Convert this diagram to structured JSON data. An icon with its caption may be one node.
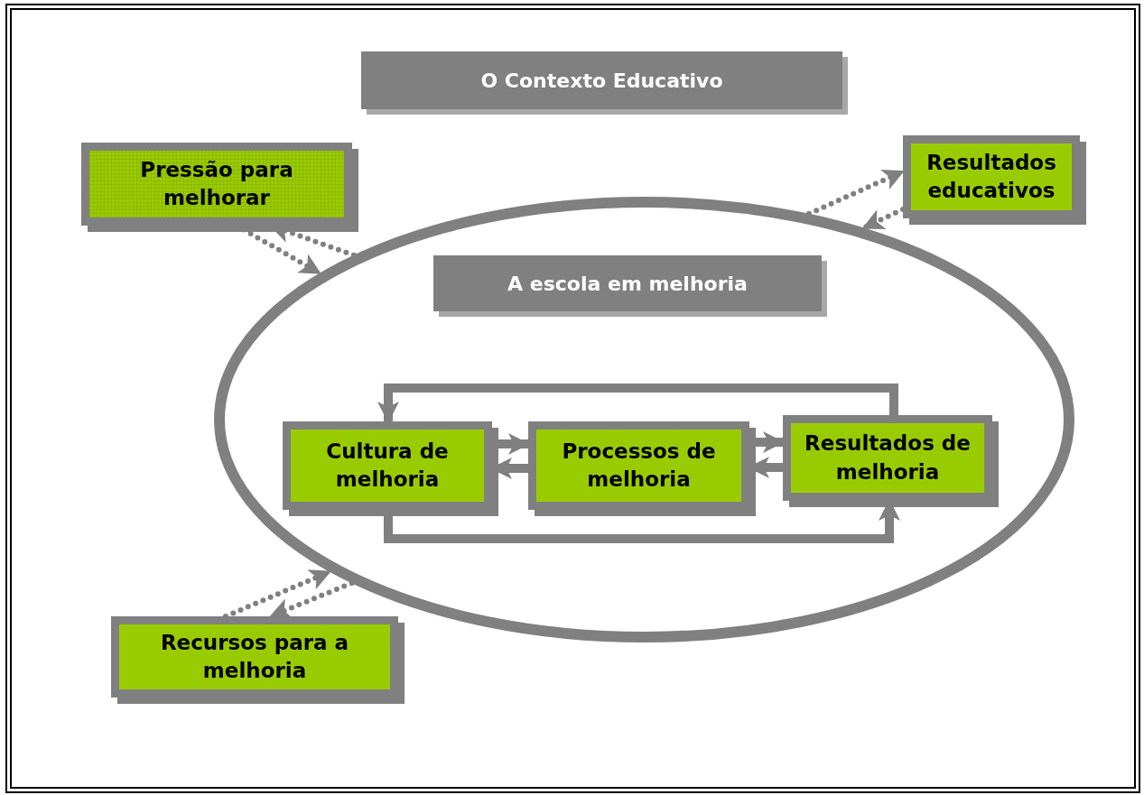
{
  "diagram": {
    "nodes": [
      {
        "text": [
          "O Contexto Educativo"
        ]
      },
      {
        "text": [
          "Pressão para melhorar"
        ]
      },
      {
        "text": [
          "Resultados educativos"
        ]
      },
      {
        "text": [],
        "shape": "ellipse"
      },
      {
        "text": [
          "A escola em melhoria"
        ],
        "in": 3
      },
      {
        "text": [
          "Cultura de melhoria"
        ],
        "in": 3
      },
      {
        "text": [
          "Processos de melhoria"
        ],
        "in": 3
      },
      {
        "text": [
          "Resultados de melhoria"
        ],
        "in": 3
      },
      {
        "text": [
          "Recursos para a melhoria"
        ]
      }
    ],
    "edges": [
      {
        "from": 1,
        "to": 3,
        "arrow": "to",
        "style": "dashed"
      },
      {
        "from": 3,
        "to": 1,
        "arrow": "to",
        "style": "dashed"
      },
      {
        "from": 3,
        "to": 2,
        "arrow": "to",
        "style": "dashed"
      },
      {
        "from": 2,
        "to": 3,
        "arrow": "to",
        "style": "dashed"
      },
      {
        "from": 8,
        "to": 3,
        "arrow": "to",
        "style": "dashed"
      },
      {
        "from": 3,
        "to": 8,
        "arrow": "to",
        "style": "dashed"
      },
      {
        "from": 5,
        "to": 6,
        "arrow": "to"
      },
      {
        "from": 6,
        "to": 5,
        "arrow": "to"
      },
      {
        "from": 6,
        "to": 7,
        "arrow": "to"
      },
      {
        "from": 7,
        "to": 6,
        "arrow": "to"
      },
      {
        "from": 7,
        "to": 5,
        "arrow": "to"
      },
      {
        "from": 5,
        "to": 7,
        "arrow": "to"
      }
    ]
  }
}
